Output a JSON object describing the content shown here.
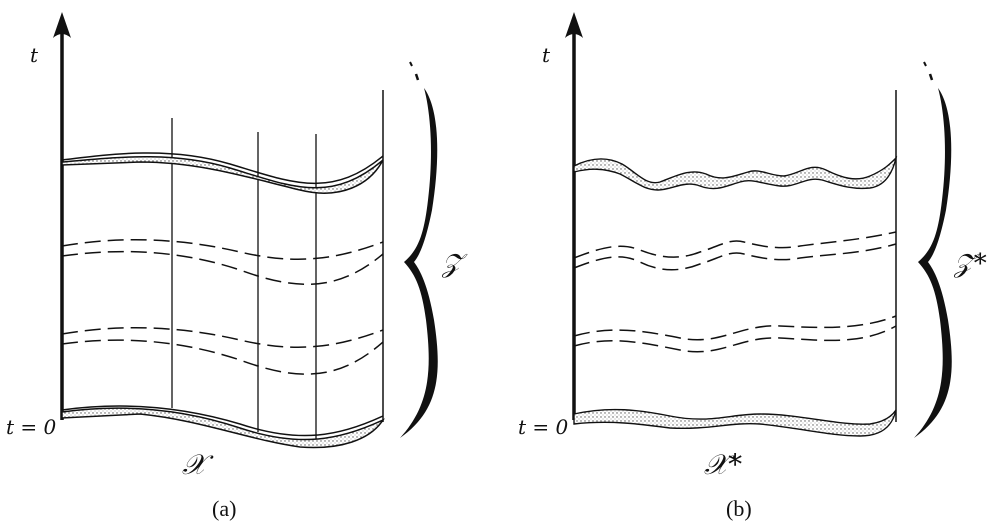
{
  "panels": [
    {
      "axis_label": "t",
      "origin_label": "t = 0",
      "bottom_label": "𝒳",
      "brace_label": "𝒵",
      "caption": "(a)"
    },
    {
      "axis_label": "t",
      "origin_label": "t = 0",
      "bottom_label": "𝒳*",
      "brace_label": "𝒵*",
      "caption": "(b)"
    }
  ],
  "colors": {
    "ink": "#111111",
    "stipple": "#777777"
  }
}
